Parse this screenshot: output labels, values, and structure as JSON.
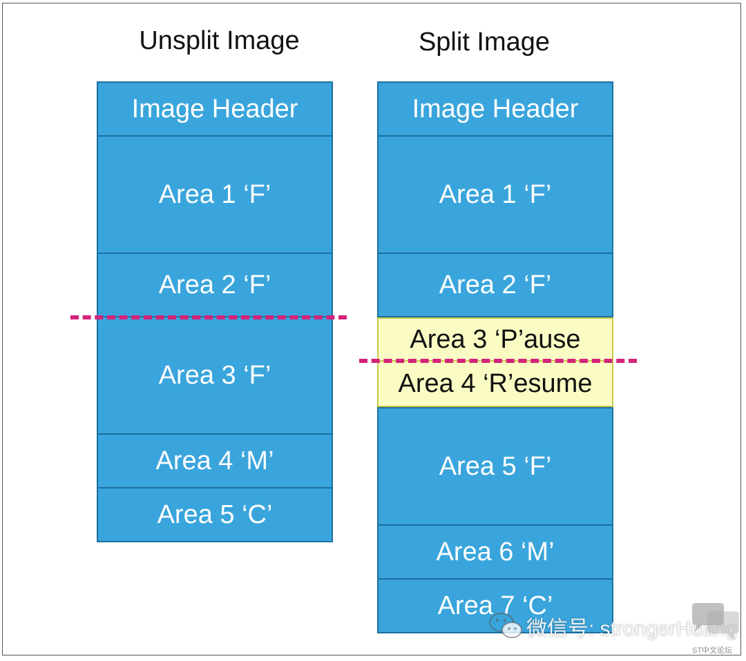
{
  "columns": {
    "unsplit": {
      "title": "Unsplit Image",
      "blocks": [
        "Image Header",
        "Area 1 ‘F’",
        "Area 2 ‘F’",
        "Area 3 ‘F’",
        "Area 4 ‘M’",
        "Area 5 ‘C’"
      ]
    },
    "split": {
      "title": "Split Image",
      "blocks": [
        "Image Header",
        "Area 1 ‘F’",
        "Area 2 ‘F’",
        "Area 3 ‘P’ause",
        "Area 4 ‘R’esume",
        "Area 5 ‘F’",
        "Area 6 ‘M’",
        "Area 7 ‘C’"
      ]
    }
  },
  "watermark": {
    "text": "微信号: strongerHuang",
    "badge": "ST中文论坛"
  },
  "colors": {
    "block_fill": "#3aa5dc",
    "block_border": "#1b6f9c",
    "highlight_fill": "#fbfcc4",
    "highlight_border": "#c9c74a",
    "split_line": "#d4237a"
  }
}
